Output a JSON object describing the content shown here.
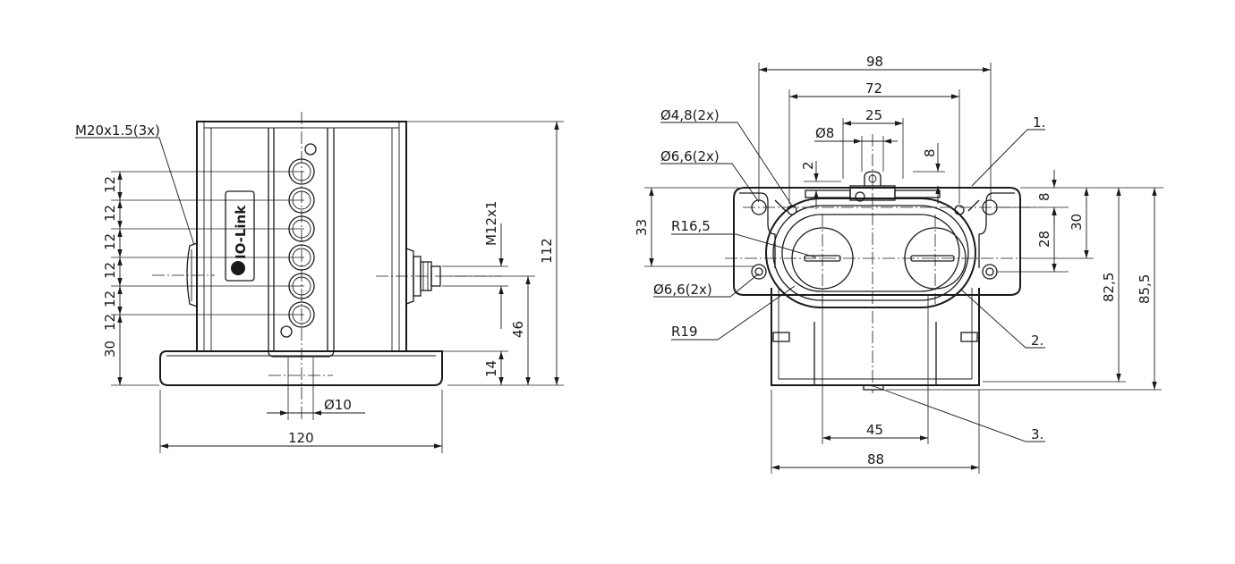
{
  "side_view": {
    "thread_label": "M20x1.5(3x)",
    "spacing_labels": [
      "12",
      "12",
      "12",
      "12",
      "12",
      "12"
    ],
    "base_height": "30",
    "total_height": "112",
    "connector_thread": "M12x1",
    "connector_height": "46",
    "flange_height": "14",
    "hole_diameter": "Ø10",
    "total_width": "120",
    "logo_text": "IO-Link"
  },
  "front_view": {
    "width_98": "98",
    "width_72": "72",
    "width_25": "25",
    "dia_8": "Ø8",
    "dim_2": "2",
    "dim_8_top": "8",
    "hole_48": "Ø4,8(2x)",
    "hole_66_top": "Ø6,6(2x)",
    "hole_66_bottom": "Ø6,6(2x)",
    "height_33": "33",
    "radius_165": "R16,5",
    "radius_19": "R19",
    "dim_8_right": "8",
    "dim_28": "28",
    "dim_30": "30",
    "height_825": "82,5",
    "height_855": "85,5",
    "width_45": "45",
    "width_88": "88",
    "callout_1": "1.",
    "callout_2": "2.",
    "callout_3": "3."
  }
}
